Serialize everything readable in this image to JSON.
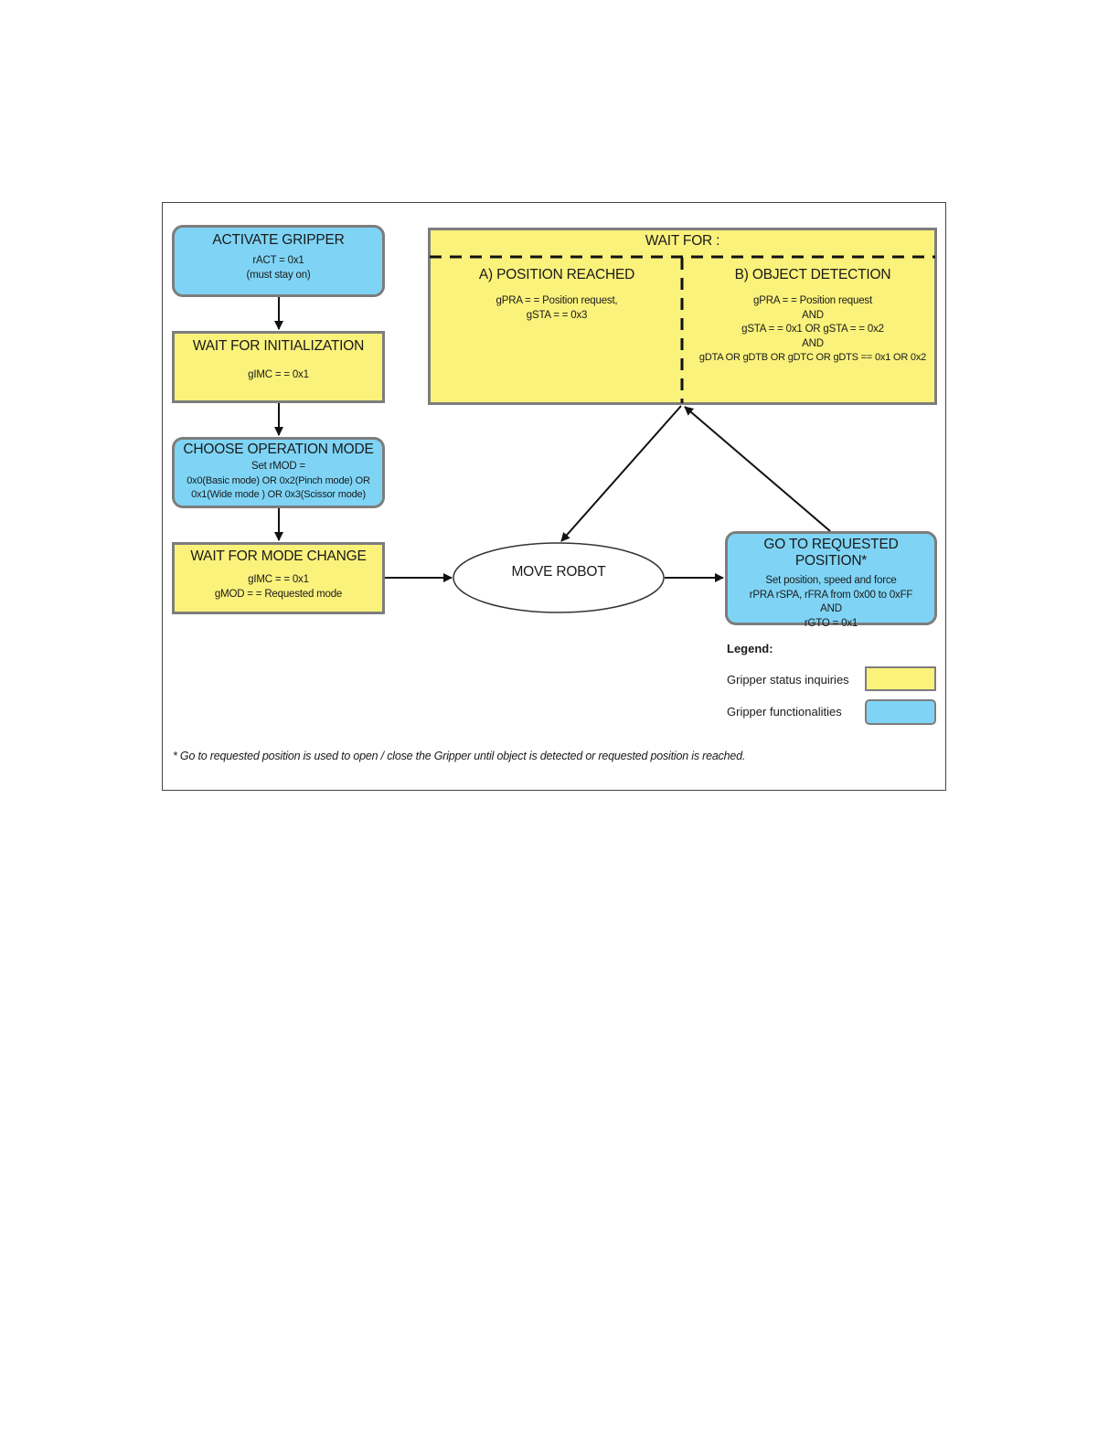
{
  "activate": {
    "title": "ACTIVATE GRIPPER",
    "lines": [
      "rACT = 0x1",
      "(must stay on)"
    ]
  },
  "wait_init": {
    "title": "WAIT FOR INITIALIZATION",
    "lines": [
      "gIMC = = 0x1"
    ]
  },
  "choose_mode": {
    "title": "CHOOSE OPERATION MODE",
    "lines": [
      "Set rMOD =",
      "0x0(Basic mode) OR  0x2(Pinch mode) OR",
      "0x1(Wide mode ) OR  0x3(Scissor mode)"
    ]
  },
  "wait_mode": {
    "title": "WAIT FOR MODE CHANGE",
    "lines": [
      "gIMC = = 0x1",
      "gMOD = = Requested mode"
    ]
  },
  "move_robot": {
    "label": "MOVE ROBOT"
  },
  "goto_position": {
    "title": "GO TO REQUESTED POSITION*",
    "lines": [
      "Set position, speed and force",
      "rPRA rSPA, rFRA from 0x00 to 0xFF",
      "AND",
      "rGTO = 0x1"
    ]
  },
  "wait_for": {
    "title": "WAIT FOR :",
    "a_title": "A) POSITION REACHED",
    "a_lines": [
      "gPRA = = Position request,",
      "gSTA = = 0x3"
    ],
    "b_title": "B) OBJECT DETECTION",
    "b_lines": [
      "gPRA = = Position request",
      "AND",
      "gSTA = = 0x1 OR gSTA = = 0x2",
      "AND",
      "gDTA OR gDTB OR gDTC OR gDTS == 0x1 OR 0x2"
    ]
  },
  "legend": {
    "title": "Legend:",
    "items": [
      {
        "label": "Gripper status inquiries",
        "color": "#fbf27c"
      },
      {
        "label": "Gripper functionalities",
        "color": "#7fd4f5"
      }
    ]
  },
  "footnote": "* Go to requested position is used to open / close the Gripper until object is detected or requested position is reached.",
  "colors": {
    "status": "#fbf27c",
    "function": "#7fd4f5",
    "border": "#7d7d7d"
  }
}
